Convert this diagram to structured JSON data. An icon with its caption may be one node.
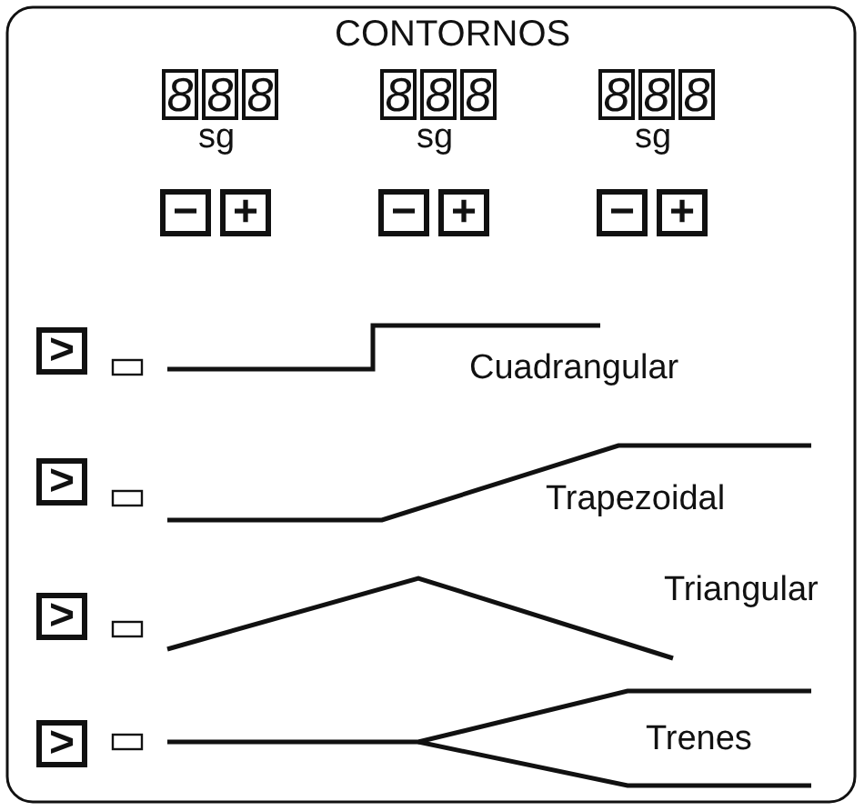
{
  "diagram": {
    "title": "CONTORNOS",
    "labels": [
      "8",
      "8",
      "8",
      "8",
      "8",
      "8",
      "8",
      "8",
      "8",
      "sg",
      "sg",
      "sg",
      "−",
      "+",
      "−",
      "+",
      "−",
      "+",
      ">",
      "Cuadrangular",
      ">",
      "Trapezoidal",
      ">",
      "Triangular",
      ">",
      "Trenes"
    ]
  }
}
